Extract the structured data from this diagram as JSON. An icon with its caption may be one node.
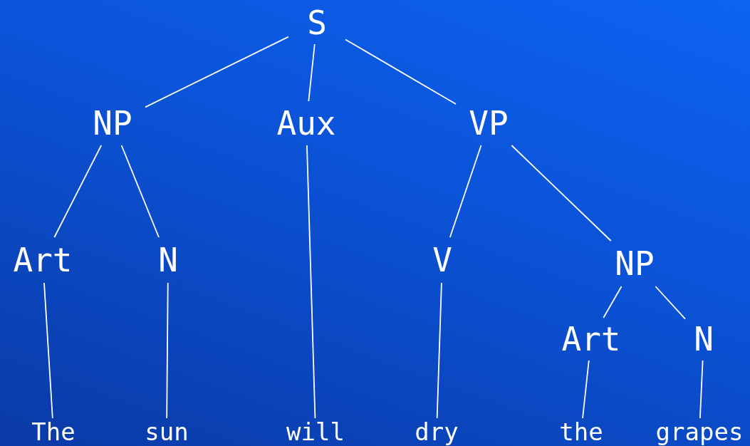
{
  "diagram": {
    "nodes": [
      {
        "text": [
          "S"
        ]
      },
      {
        "text": [
          "NP"
        ]
      },
      {
        "text": [
          "Aux"
        ]
      },
      {
        "text": [
          "VP"
        ]
      },
      {
        "text": [
          "Art"
        ]
      },
      {
        "text": [
          "N"
        ]
      },
      {
        "text": [
          "V"
        ]
      },
      {
        "text": [
          "NP"
        ]
      },
      {
        "text": [
          "Art"
        ]
      },
      {
        "text": [
          "N"
        ]
      },
      {
        "text": [
          "The"
        ]
      },
      {
        "text": [
          "sun"
        ]
      },
      {
        "text": [
          "will"
        ]
      },
      {
        "text": [
          "dry"
        ]
      },
      {
        "text": [
          "the"
        ]
      },
      {
        "text": [
          "grapes"
        ]
      }
    ],
    "edges": [
      {
        "from": 0,
        "to": 1,
        "arrow": "none"
      },
      {
        "from": 0,
        "to": 2,
        "arrow": "none"
      },
      {
        "from": 0,
        "to": 3,
        "arrow": "none"
      },
      {
        "from": 1,
        "to": 4,
        "arrow": "none"
      },
      {
        "from": 1,
        "to": 5,
        "arrow": "none"
      },
      {
        "from": 2,
        "to": 12,
        "arrow": "none"
      },
      {
        "from": 3,
        "to": 6,
        "arrow": "none"
      },
      {
        "from": 3,
        "to": 7,
        "arrow": "none"
      },
      {
        "from": 4,
        "to": 10,
        "arrow": "none"
      },
      {
        "from": 5,
        "to": 11,
        "arrow": "none"
      },
      {
        "from": 6,
        "to": 13,
        "arrow": "none"
      },
      {
        "from": 7,
        "to": 8,
        "arrow": "none"
      },
      {
        "from": 7,
        "to": 9,
        "arrow": "none"
      },
      {
        "from": 8,
        "to": 14,
        "arrow": "none"
      },
      {
        "from": 9,
        "to": 15,
        "arrow": "none"
      }
    ]
  }
}
